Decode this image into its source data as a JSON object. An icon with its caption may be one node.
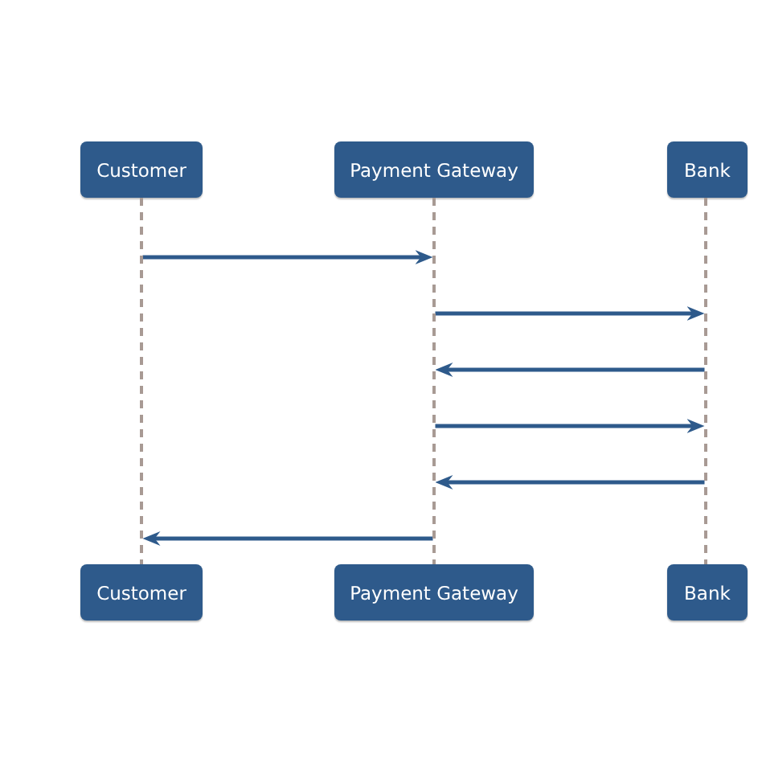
{
  "diagram": {
    "nodes": [
      {
        "text": [
          "Customer"
        ]
      },
      {
        "text": [
          "Payment Gateway"
        ]
      },
      {
        "text": [
          "Bank"
        ]
      },
      {
        "text": [],
        "shape": "line"
      },
      {
        "text": [],
        "shape": "line"
      },
      {
        "text": [],
        "shape": "line"
      },
      {
        "text": [
          "Customer"
        ]
      },
      {
        "text": [
          "Payment Gateway"
        ]
      },
      {
        "text": [
          "Bank"
        ]
      }
    ],
    "edges": [
      {
        "from": 3,
        "to": 4,
        "arrow": "to"
      },
      {
        "from": 4,
        "to": 5,
        "arrow": "to"
      },
      {
        "from": 5,
        "to": 4,
        "arrow": "to"
      },
      {
        "from": 4,
        "to": 5,
        "arrow": "to"
      },
      {
        "from": 5,
        "to": 4,
        "arrow": "to"
      },
      {
        "from": 4,
        "to": 3,
        "arrow": "to"
      }
    ]
  }
}
